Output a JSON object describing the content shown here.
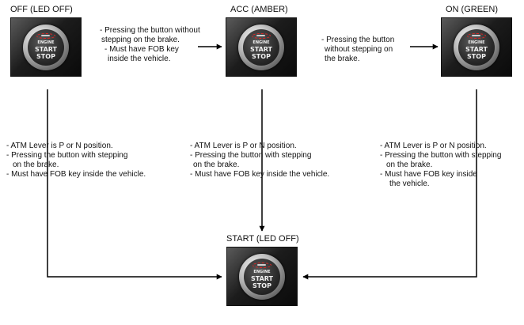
{
  "states": {
    "off": "OFF (LED OFF)",
    "acc": "ACC (AMBER)",
    "on": "ON (GREEN)",
    "start": "START (LED OFF)"
  },
  "button": {
    "line1": "ENGINE",
    "line2": "START",
    "line3": "STOP"
  },
  "notes": {
    "off_to_acc": [
      "- Pressing the button without",
      "stepping on the brake.",
      "- Must have FOB key",
      "inside the vehicle."
    ],
    "acc_to_on": [
      "- Pressing the button",
      "without stepping on",
      "the brake."
    ],
    "off_to_start": [
      "- ATM Lever is P or N position.",
      "- Pressing the button with stepping",
      "on the brake.",
      "- Must have FOB key inside the vehicle."
    ],
    "acc_to_start": [
      "- ATM Lever is P or N position.",
      "- Pressing the button with stepping",
      "on the brake.",
      "- Must have FOB key inside the vehicle."
    ],
    "on_to_start": [
      "- ATM Lever is P or N position.",
      "- Pressing the button with stepping",
      "on the brake.",
      "- Must have FOB key inside",
      "the vehicle."
    ]
  },
  "colors": {
    "led_ring": "#e32222",
    "arrow": "#000000"
  }
}
